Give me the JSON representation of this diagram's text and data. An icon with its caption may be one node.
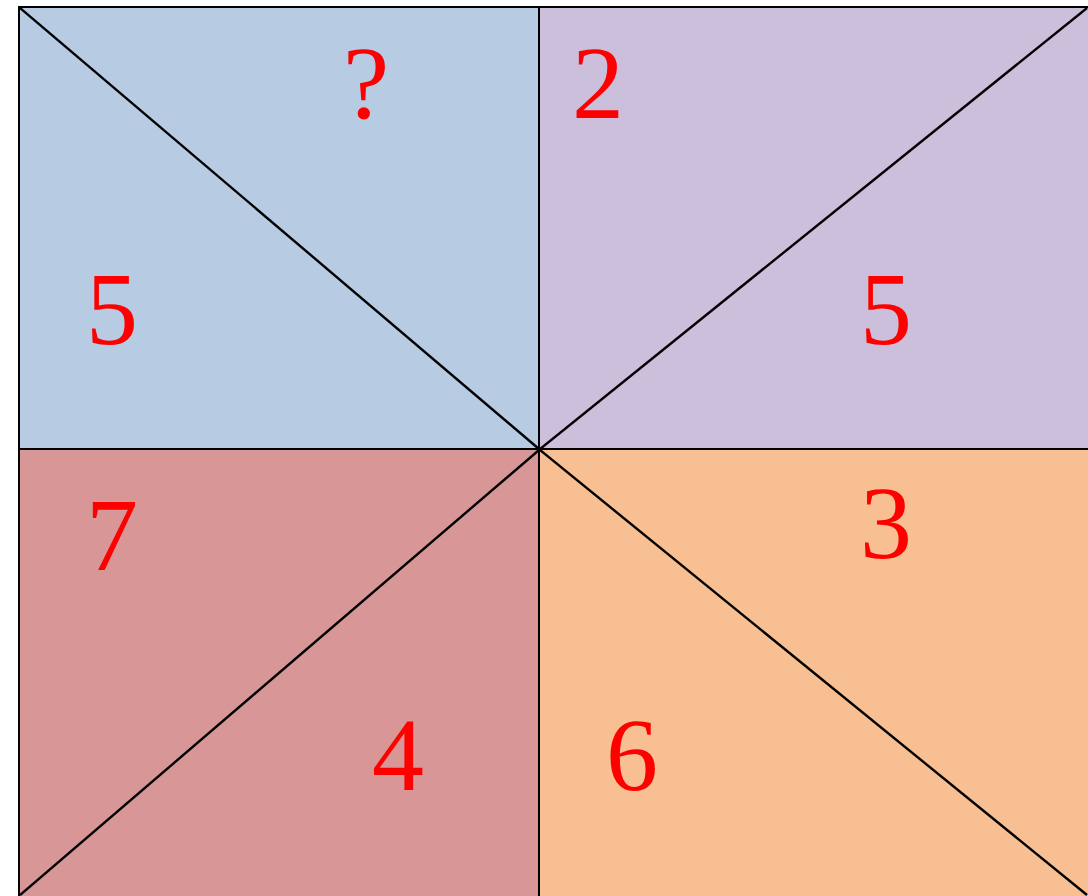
{
  "diagram": {
    "nodes": [
      {
        "text": [
          "?",
          "5"
        ]
      },
      {
        "text": [
          "2",
          "5"
        ]
      },
      {
        "text": [
          "7",
          "4"
        ]
      },
      {
        "text": [
          "3",
          "6"
        ]
      }
    ]
  }
}
